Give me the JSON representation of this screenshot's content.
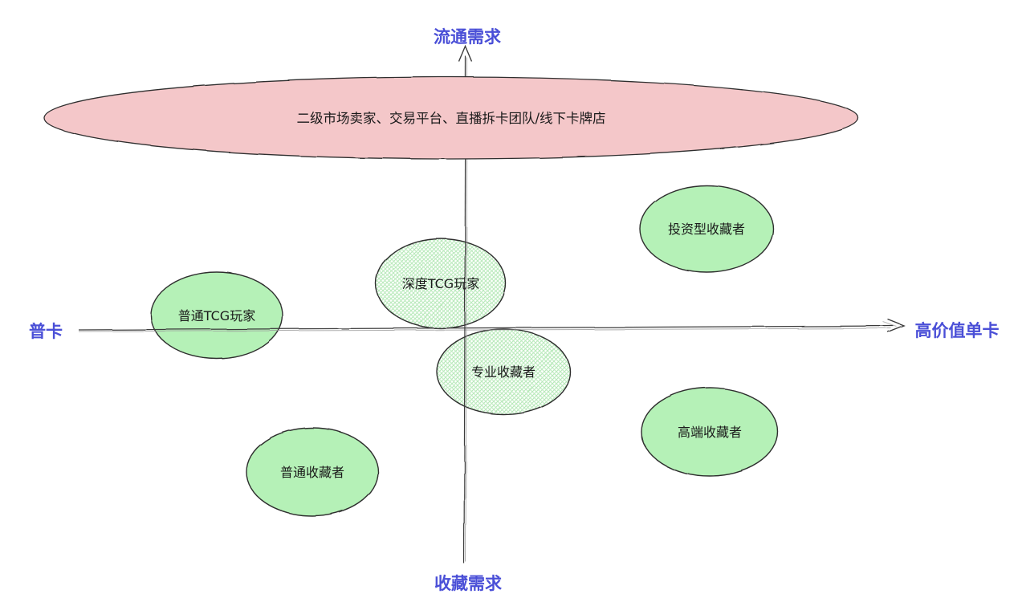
{
  "diagram": {
    "type": "quadrant-diagram",
    "axes": {
      "top_label": "流通需求",
      "bottom_label": "收藏需求",
      "left_label": "普卡",
      "right_label": "高价值单卡"
    },
    "market_band": {
      "label": "二级市场卖家、交易平台、直播拆卡团队/线下卡牌店"
    },
    "bubbles": [
      {
        "label": "普通TCG玩家",
        "fill_style": "solid",
        "quadrant": "upper-left-on-axis"
      },
      {
        "label": "深度TCG玩家",
        "fill_style": "hatch",
        "quadrant": "upper-center"
      },
      {
        "label": "投资型收藏者",
        "fill_style": "solid",
        "quadrant": "upper-right"
      },
      {
        "label": "专业收藏者",
        "fill_style": "hatch",
        "quadrant": "lower-center"
      },
      {
        "label": "高端收藏者",
        "fill_style": "solid",
        "quadrant": "lower-right"
      },
      {
        "label": "普通收藏者",
        "fill_style": "solid",
        "quadrant": "lower-left"
      }
    ],
    "colors": {
      "axis_label_blue": "#4a4fd7",
      "bubble_green": "#b5f1b7",
      "hatch_green_line": "#b7e9b9",
      "band_pink": "#f4c7c9",
      "outline": "#2d2d2d",
      "text_dark": "#1a1a1a"
    }
  }
}
